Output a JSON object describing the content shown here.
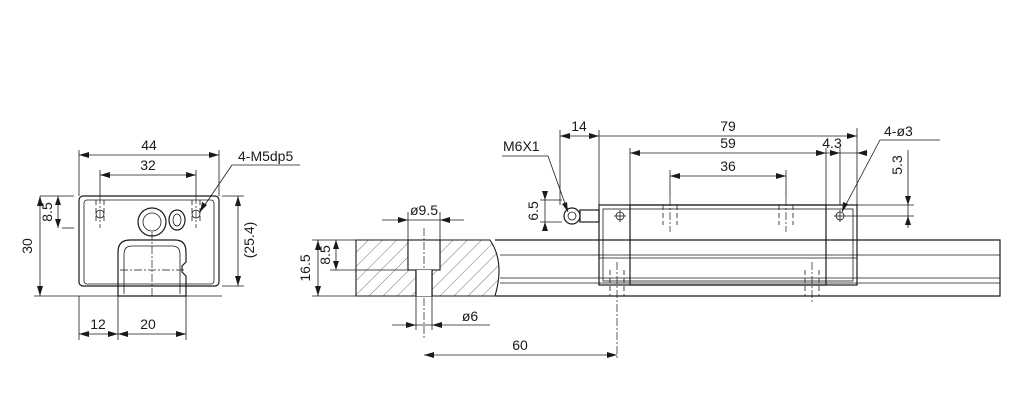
{
  "end_view": {
    "overall_width": "44",
    "hole_spacing_width": "32",
    "tapped_holes_note": "4-M5dp5",
    "hole_depth_left": "8.5",
    "overall_height": "30",
    "block_height": "(25.4)",
    "rail_offset": "12",
    "rail_width": "20"
  },
  "side_view": {
    "grease_nipple": "M6X1",
    "nipple_offset": "14",
    "block_length": "79",
    "body_length": "59",
    "hole_spacing_length": "36",
    "end_offset": "4.3",
    "reference_holes": "4-ø3",
    "top_offset": "5.3",
    "nipple_height": "6.5",
    "counterbore_diameter": "ø9.5",
    "rail_height": "16.5",
    "counterbore_depth": "8.5",
    "bolt_hole_diameter": "ø6",
    "rail_pitch": "60"
  },
  "colors": {
    "line": "#1a1a1a",
    "background": "#ffffff"
  }
}
